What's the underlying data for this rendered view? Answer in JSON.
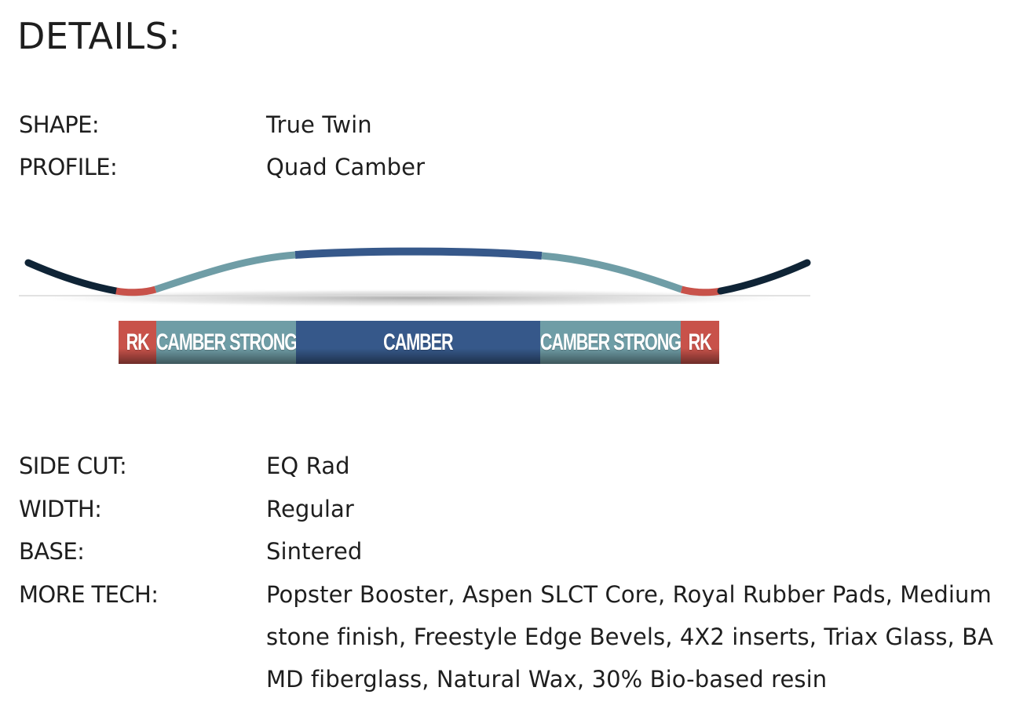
{
  "heading": "DETAILS:",
  "specs_top": [
    {
      "label": "SHAPE:",
      "value": "True Twin"
    },
    {
      "label": "PROFILE:",
      "value": "Quad Camber"
    }
  ],
  "profile_zones": [
    {
      "label": "RK",
      "color": "#c8524a"
    },
    {
      "label": "CAMBER STRONG",
      "color": "#6f9da6"
    },
    {
      "label": "CAMBER",
      "color": "#36588a"
    },
    {
      "label": "CAMBER STRONG",
      "color": "#6f9da6"
    },
    {
      "label": "RK",
      "color": "#c8524a"
    }
  ],
  "specs_bottom": [
    {
      "label": "SIDE CUT:",
      "value": "EQ Rad"
    },
    {
      "label": "WIDTH:",
      "value": "Regular"
    },
    {
      "label": "BASE:",
      "value": "Sintered"
    },
    {
      "label": "MORE TECH:",
      "value": "Popster Booster, Aspen SLCT Core, Royal Rubber Pads, Medium stone finish, Freestyle Edge Bevels, 4X2 inserts, Triax Glass, BA MD fiberglass, Natural Wax, 30% Bio-based resin"
    }
  ],
  "colors": {
    "tip": "#0f2436",
    "rocker": "#c8524a",
    "camber_strong": "#6f9da6",
    "camber": "#36588a"
  }
}
